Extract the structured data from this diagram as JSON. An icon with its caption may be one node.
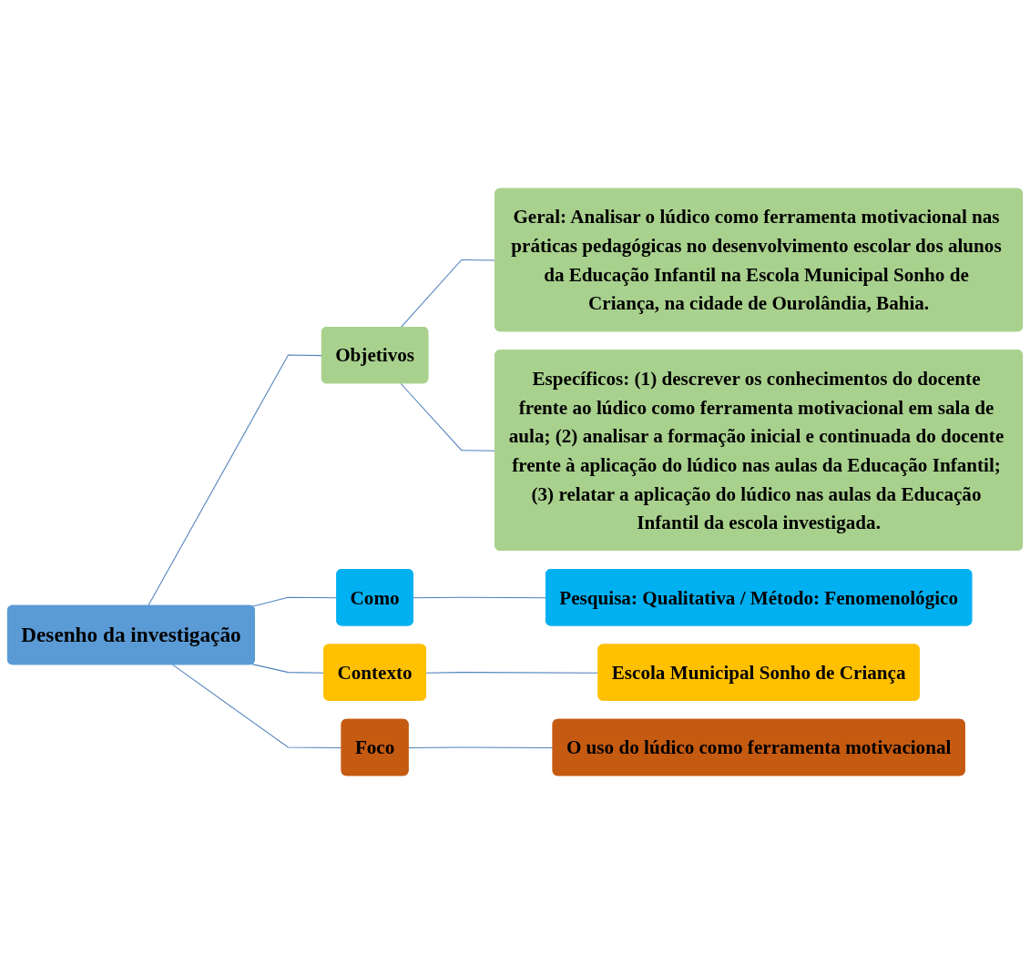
{
  "diagram": {
    "nodes": [
      {
        "text": [
          "Desenho da investigação"
        ]
      },
      {
        "text": [
          "Objetivos"
        ]
      },
      {
        "text": [
          "Geral: Analisar o lúdico como ferramenta motivacional nas práticas pedagógicas no desenvolvimento escolar dos alunos da Educação Infantil na Escola Municipal Sonho de Criança, na cidade de Ourolândia, Bahia."
        ]
      },
      {
        "text": [
          "Específicos: (1) descrever os conhecimentos do docente frente ao lúdico como ferramenta motivacional em sala de aula; (2) analisar a formação inicial e continuada do docente frente à aplicação do lúdico nas aulas da Educação Infantil; (3) relatar a aplicação do lúdico nas aulas da Educação Infantil da escola investigada."
        ]
      },
      {
        "text": [
          "Como"
        ]
      },
      {
        "text": [
          "Pesquisa: Qualitativa / Método: Fenomenológico"
        ]
      },
      {
        "text": [
          "Contexto"
        ]
      },
      {
        "text": [
          "Escola Municipal Sonho de Criança"
        ]
      },
      {
        "text": [
          "Foco"
        ]
      },
      {
        "text": [
          "O uso do lúdico como ferramenta motivacional"
        ]
      }
    ],
    "edges": [
      {
        "from": 0,
        "to": 1,
        "arrow": "none"
      },
      {
        "from": 1,
        "to": 2,
        "arrow": "none"
      },
      {
        "from": 1,
        "to": 3,
        "arrow": "none"
      },
      {
        "from": 0,
        "to": 4,
        "arrow": "none"
      },
      {
        "from": 4,
        "to": 5,
        "arrow": "none"
      },
      {
        "from": 0,
        "to": 6,
        "arrow": "none"
      },
      {
        "from": 6,
        "to": 7,
        "arrow": "none"
      },
      {
        "from": 0,
        "to": 8,
        "arrow": "none"
      },
      {
        "from": 8,
        "to": 9,
        "arrow": "none"
      }
    ]
  }
}
